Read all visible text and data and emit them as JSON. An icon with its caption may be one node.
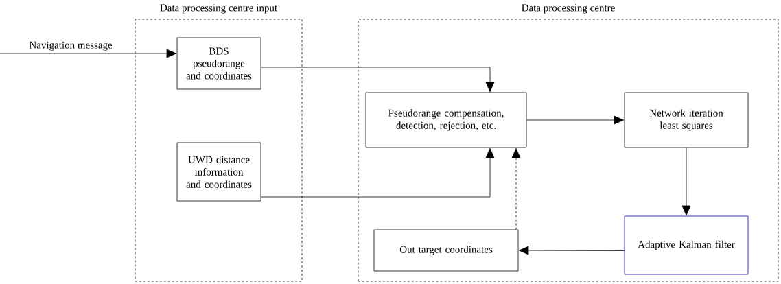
{
  "diagram": {
    "nodes": [
      {
        "text": [
          "Data processing centre input"
        ]
      },
      {
        "text": [
          "Data processing centre"
        ]
      },
      {
        "text": [
          "BDS pseudorange and coordinates"
        ],
        "in": 0
      },
      {
        "text": [
          "UWD distance information and coordinates"
        ],
        "in": 0
      },
      {
        "text": [
          "Pseudorange compensation, detection, rejection, etc."
        ],
        "in": 1
      },
      {
        "text": [
          "Network iteration least squares"
        ],
        "in": 1
      },
      {
        "text": [
          "Adaptive Kalman filter"
        ],
        "in": 1
      },
      {
        "text": [
          "Out target coordinates"
        ],
        "in": 1
      }
    ],
    "edges": [
      {
        "from": null,
        "to": 2,
        "arrow": "to",
        "label": "Navigation message"
      },
      {
        "from": 2,
        "to": 4,
        "arrow": "to"
      },
      {
        "from": 3,
        "to": 4,
        "arrow": "to"
      },
      {
        "from": 7,
        "to": 4,
        "arrow": "to",
        "style": "dashed"
      },
      {
        "from": 4,
        "to": 5,
        "arrow": "to"
      },
      {
        "from": 5,
        "to": 6,
        "arrow": "to"
      },
      {
        "from": 6,
        "to": 7,
        "arrow": "to"
      }
    ]
  }
}
